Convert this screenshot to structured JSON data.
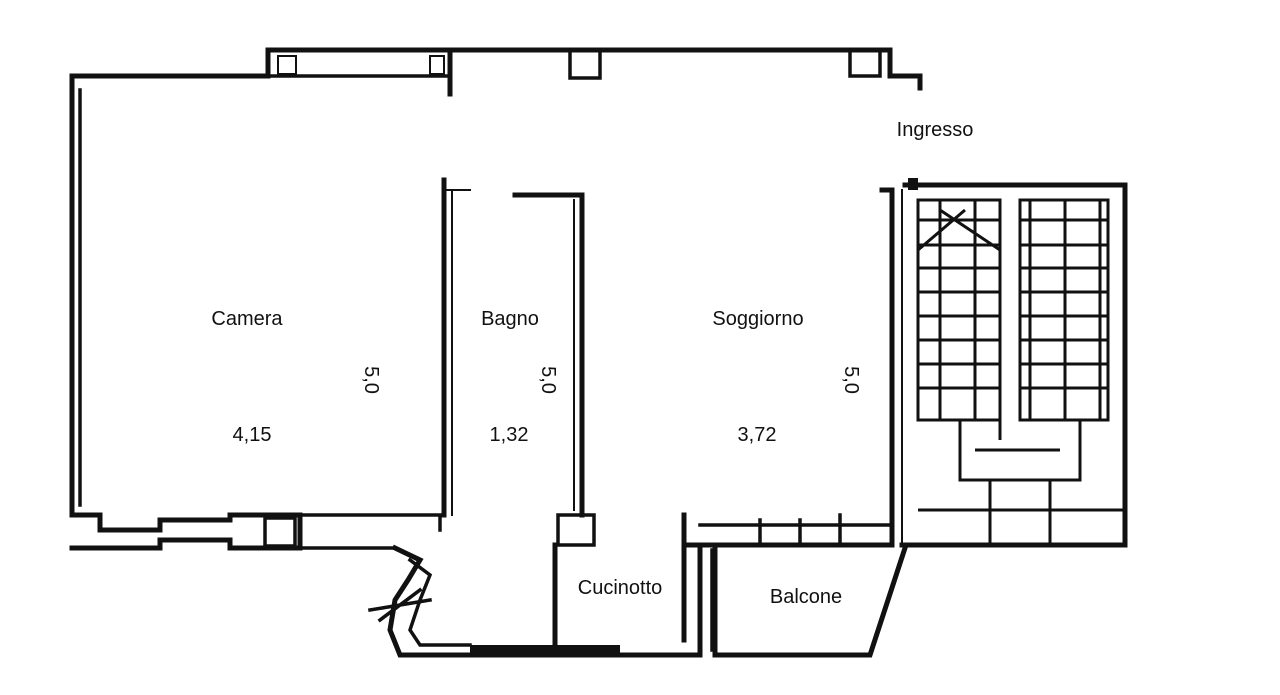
{
  "rooms": {
    "camera": {
      "name": "Camera",
      "width": "4,15",
      "depth": "5,0"
    },
    "bagno": {
      "name": "Bagno",
      "width": "1,32",
      "depth": "5,0"
    },
    "soggiorno": {
      "name": "Soggiorno",
      "width": "3,72",
      "depth": "5,0"
    },
    "ingresso": {
      "name": "Ingresso"
    },
    "cucinotto": {
      "name": "Cucinotto"
    },
    "balcone": {
      "name": "Balcone"
    }
  }
}
